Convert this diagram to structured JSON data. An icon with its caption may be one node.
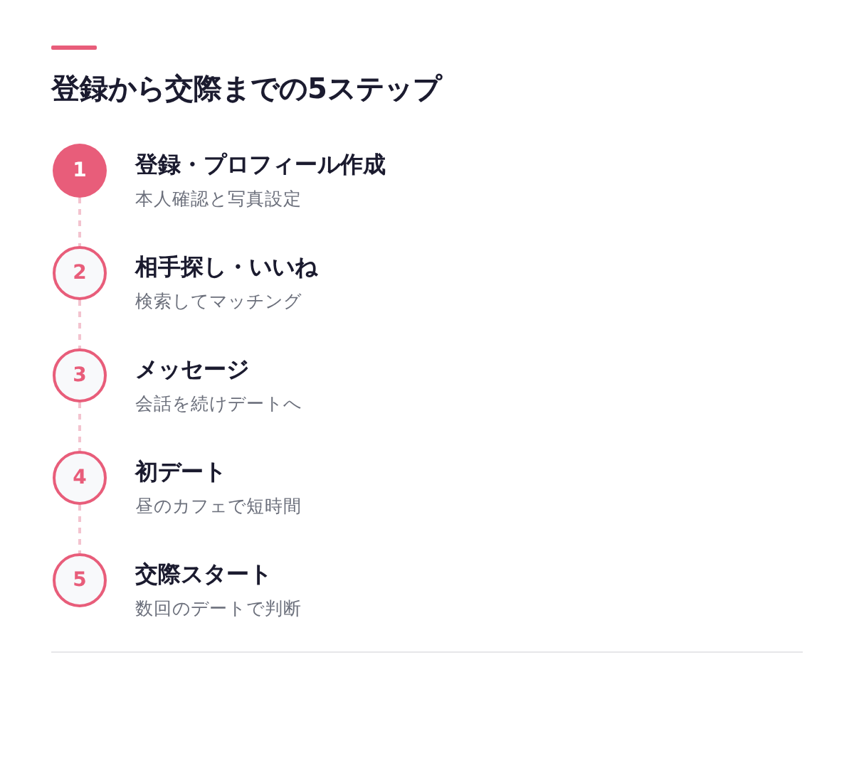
{
  "diagram": {
    "title": "登録から交際までの5ステップ",
    "nodes": [
      {
        "text": [
          "1"
        ],
        "beside": [
          "登録・プロフィール作成",
          "本人確認と写真設定"
        ]
      },
      {
        "text": [
          "2"
        ],
        "beside": [
          "相手探し・いいね",
          "検索してマッチング"
        ]
      },
      {
        "text": [
          "3"
        ],
        "beside": [
          "メッセージ",
          "会話を続けデートへ"
        ]
      },
      {
        "text": [
          "4"
        ],
        "beside": [
          "初デート",
          "昼のカフェで短時間"
        ]
      },
      {
        "text": [
          "5"
        ],
        "beside": [
          "交際スタート",
          "数回のデートで判断"
        ]
      }
    ],
    "edges": [
      {
        "from": 0,
        "to": 1,
        "arrow": "none",
        "style": "dashed"
      },
      {
        "from": 1,
        "to": 2,
        "arrow": "none",
        "style": "dashed"
      },
      {
        "from": 2,
        "to": 3,
        "arrow": "none",
        "style": "dashed"
      },
      {
        "from": 3,
        "to": 4,
        "arrow": "none",
        "style": "dashed"
      }
    ]
  }
}
